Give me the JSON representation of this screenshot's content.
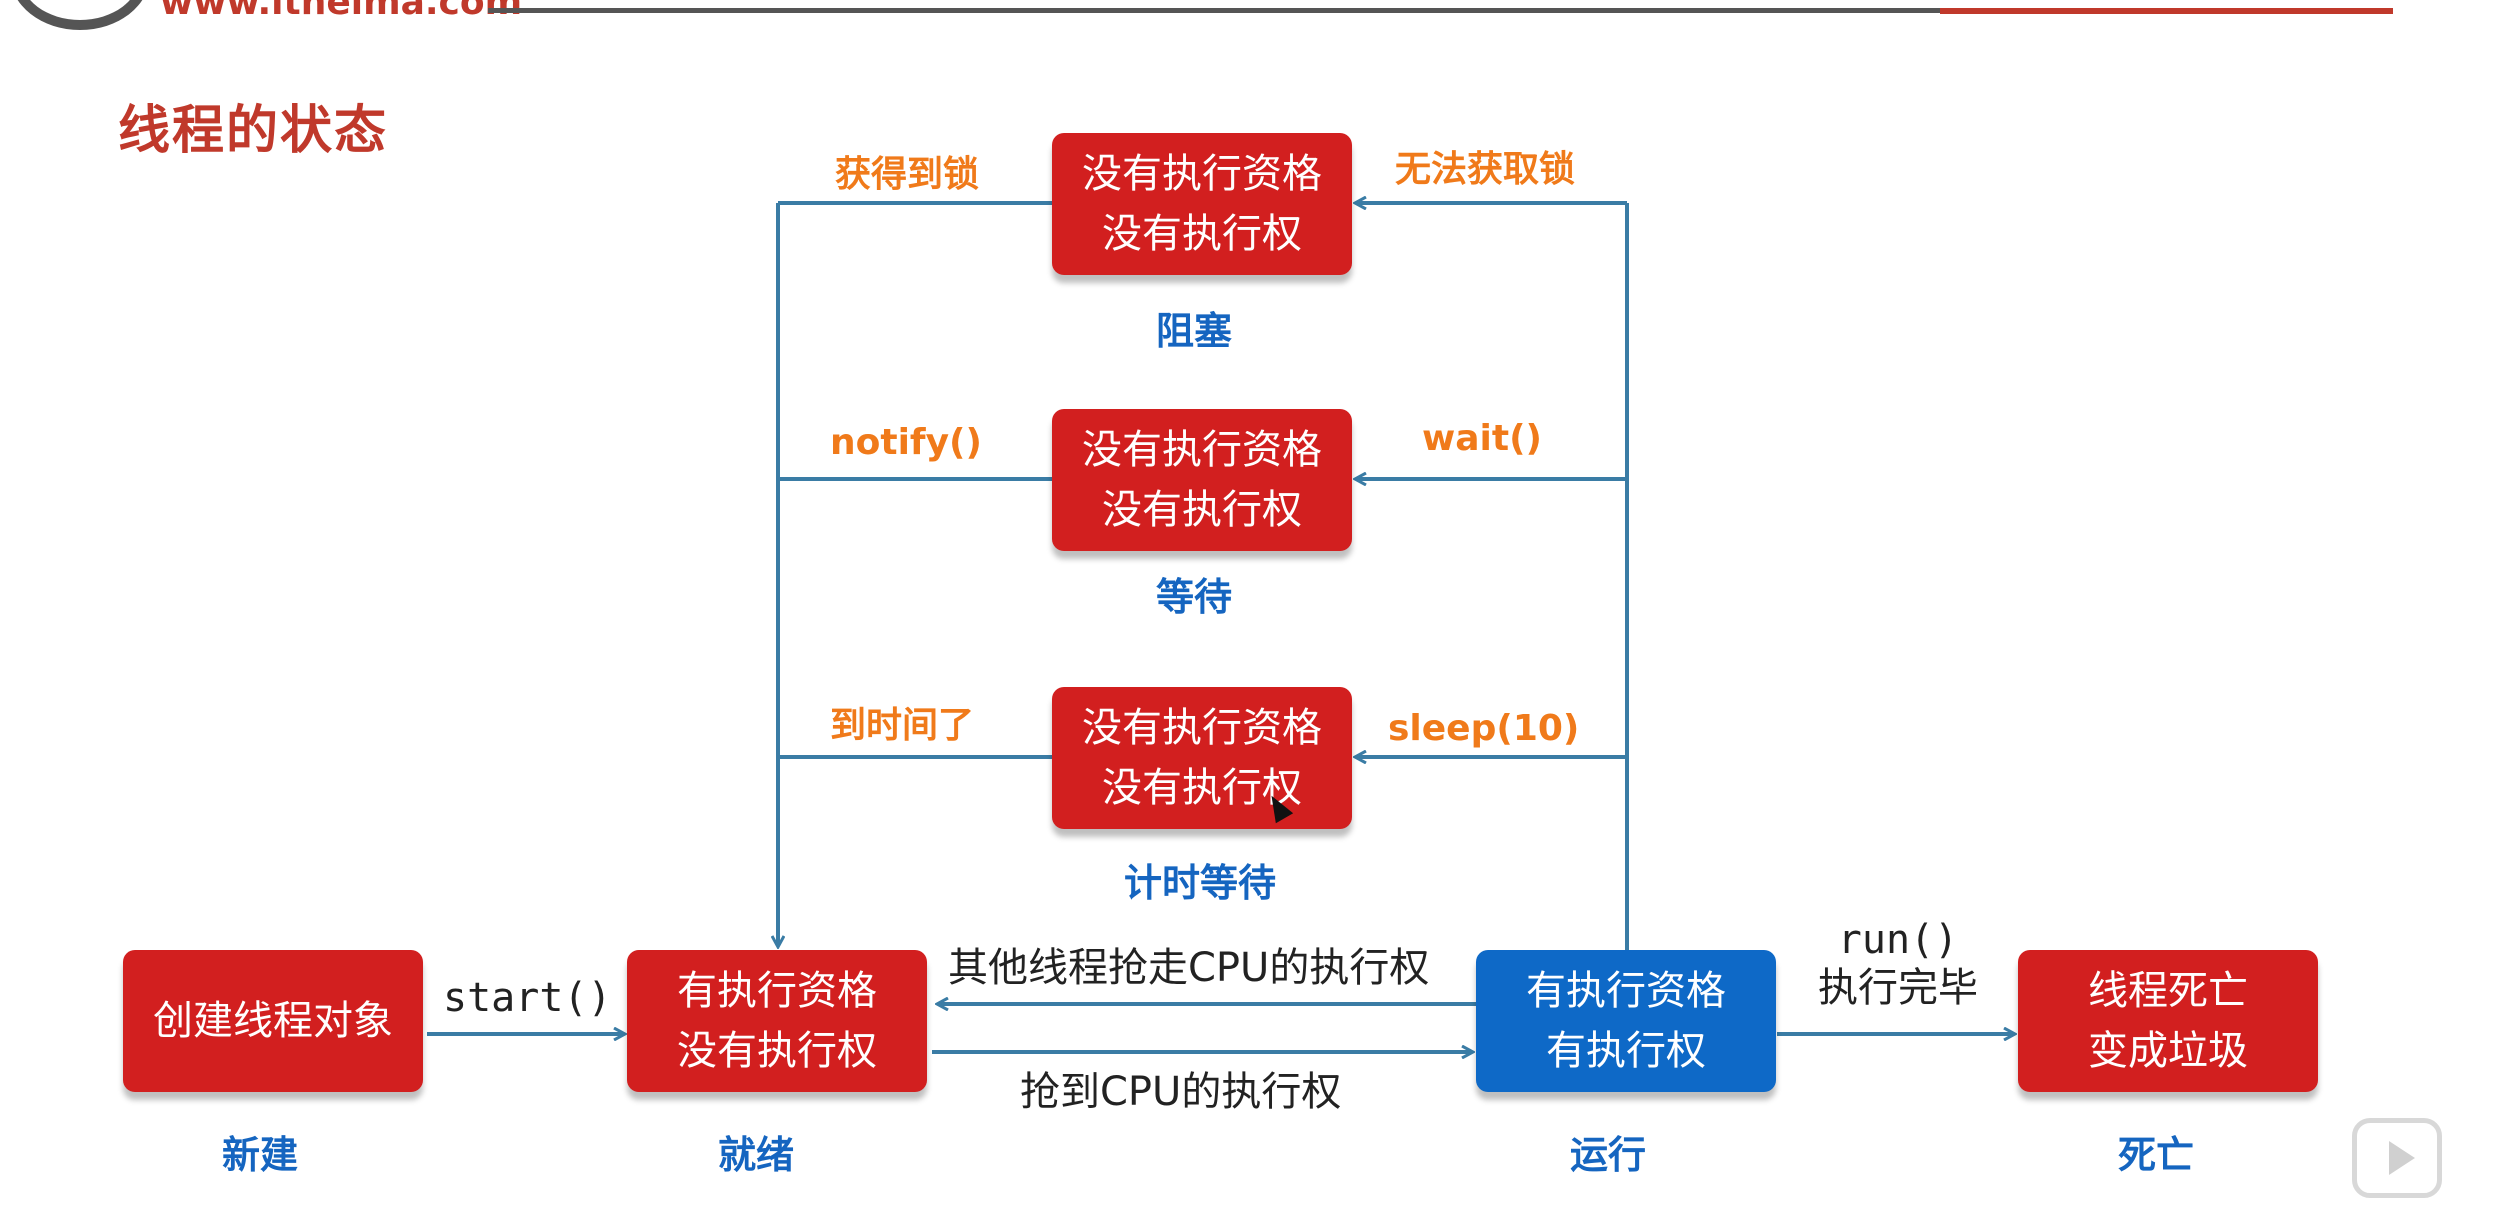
{
  "header": {
    "url": "www.itheima.com",
    "title": "线程的状态"
  },
  "states": {
    "new": {
      "box_lines": [
        "创建线程对象"
      ],
      "label": "新建"
    },
    "ready": {
      "box_lines": [
        "有执行资格",
        "没有执行权"
      ],
      "label": "就绪"
    },
    "running": {
      "box_lines": [
        "有执行资格",
        "有执行权"
      ],
      "label": "运行"
    },
    "dead": {
      "box_lines": [
        "线程死亡",
        "变成垃圾"
      ],
      "label": "死亡"
    },
    "blocked": {
      "box_lines": [
        "没有执行资格",
        "没有执行权"
      ],
      "label": "阻塞"
    },
    "waiting": {
      "box_lines": [
        "没有执行资格",
        "没有执行权"
      ],
      "label": "等待"
    },
    "timed_waiting": {
      "box_lines": [
        "没有执行资格",
        "没有执行权"
      ],
      "label": "计时等待"
    }
  },
  "transitions": {
    "start": "start()",
    "preempted": "其他线程抢走CPU的执行权",
    "got_cpu": "抢到CPU的执行权",
    "run_done_line1": "run()",
    "run_done_line2": "执行完毕",
    "get_lock": "获得到锁",
    "cannot_get_lock": "无法获取锁",
    "notify": "notify()",
    "wait": "wait()",
    "time_up": "到时间了",
    "sleep": "sleep(10)"
  },
  "colors": {
    "red_box": "#d21f1f",
    "blue_box": "#0e69c7",
    "state_label": "#1565c0",
    "condition_label": "#f07a1a",
    "arrow": "#3a7ca5",
    "title": "#c0392b"
  }
}
